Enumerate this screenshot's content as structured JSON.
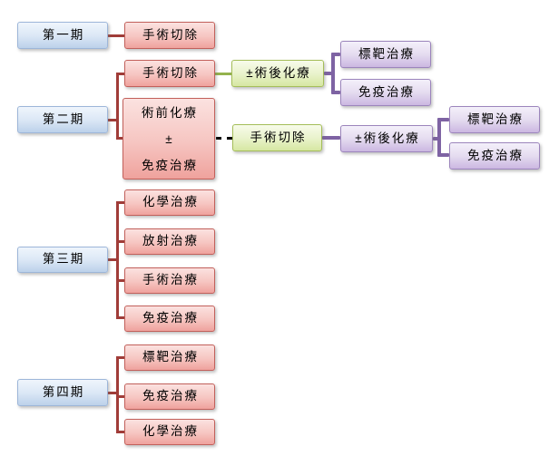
{
  "diagram": {
    "background": "#FFFFFF",
    "palette": {
      "stage_border": "#9DB6D9",
      "stage_fill_top": "#EFF5FC",
      "stage_fill_bottom": "#BCD1EA",
      "treat_border": "#C2605B",
      "treat_fill_top": "#FBE2E0",
      "treat_fill_bottom": "#EFA29D",
      "adjuvant_border": "#A5BE59",
      "adjuvant_fill_top": "#F7FBEA",
      "adjuvant_fill_bottom": "#D6E7A2",
      "option_border": "#9C85BC",
      "option_fill_top": "#F4F0FA",
      "option_fill_bottom": "#CBB7E1",
      "connector_red": "#A03C38",
      "connector_green": "#94B24D",
      "connector_purple": "#7E63A3",
      "connector_dashed": "#000000"
    },
    "nodes": {
      "stage1": {
        "label": "第一期"
      },
      "s1_surgery": {
        "label": "手術切除"
      },
      "stage2": {
        "label": "第二期"
      },
      "s2_surgery": {
        "label": "手術切除"
      },
      "s2_adj_chemo": {
        "label": "±術後化療"
      },
      "s2_target_a": {
        "label": "標靶治療"
      },
      "s2_immuno_a": {
        "label": "免疫治療"
      },
      "s2_neoadj": {
        "lines": [
          "術前化療",
          "±",
          "免疫治療"
        ]
      },
      "s2_surgery_b": {
        "label": "手術切除"
      },
      "s2_adj_chemo_b": {
        "label": "±術後化療"
      },
      "s2_target_b": {
        "label": "標靶治療"
      },
      "s2_immuno_b": {
        "label": "免疫治療"
      },
      "stage3": {
        "label": "第三期"
      },
      "s3_chemo": {
        "label": "化學治療"
      },
      "s3_radiation": {
        "label": "放射治療"
      },
      "s3_surgery": {
        "label": "手術治療"
      },
      "s3_immuno": {
        "label": "免疫治療"
      },
      "stage4": {
        "label": "第四期"
      },
      "s4_target": {
        "label": "標靶治療"
      },
      "s4_immuno": {
        "label": "免疫治療"
      },
      "s4_chemo": {
        "label": "化學治療"
      }
    },
    "edges": [
      {
        "from": "第一期",
        "to": "手術切除",
        "style": "solid-red"
      },
      {
        "from": "第二期",
        "to": "手術切除",
        "style": "solid-red"
      },
      {
        "from": "第二期",
        "to": "術前化療±免疫治療",
        "style": "solid-red"
      },
      {
        "from": "手術切除",
        "to": "±術後化療",
        "style": "solid-green"
      },
      {
        "from": "±術後化療",
        "to": "標靶治療",
        "style": "solid-purple"
      },
      {
        "from": "±術後化療",
        "to": "免疫治療",
        "style": "solid-purple"
      },
      {
        "from": "術前化療±免疫治療",
        "to": "手術切除",
        "style": "dashed-black"
      },
      {
        "from": "手術切除",
        "to": "±術後化療",
        "style": "solid-purple"
      },
      {
        "from": "±術後化療",
        "to": "標靶治療",
        "style": "solid-purple"
      },
      {
        "from": "±術後化療",
        "to": "免疫治療",
        "style": "solid-purple"
      },
      {
        "from": "第三期",
        "to": "化學治療",
        "style": "solid-red"
      },
      {
        "from": "第三期",
        "to": "放射治療",
        "style": "solid-red"
      },
      {
        "from": "第三期",
        "to": "手術治療",
        "style": "solid-red"
      },
      {
        "from": "第三期",
        "to": "免疫治療",
        "style": "solid-red"
      },
      {
        "from": "第四期",
        "to": "標靶治療",
        "style": "solid-red"
      },
      {
        "from": "第四期",
        "to": "免疫治療",
        "style": "solid-red"
      },
      {
        "from": "第四期",
        "to": "化學治療",
        "style": "solid-red"
      }
    ]
  }
}
